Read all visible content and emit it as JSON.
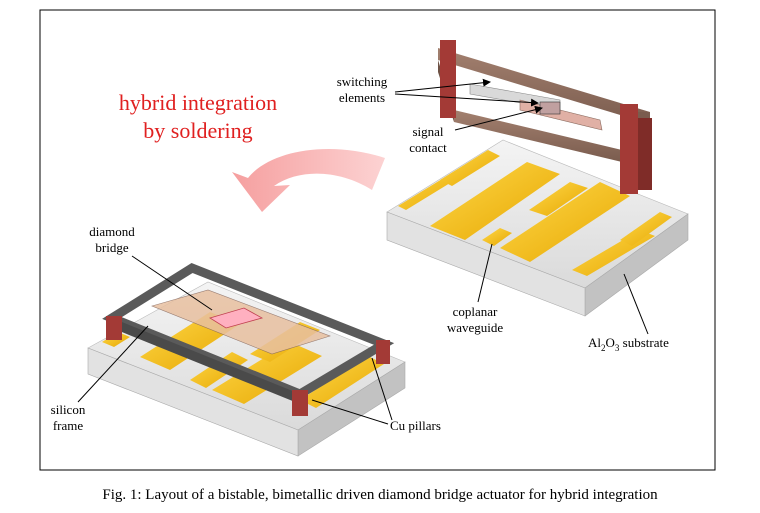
{
  "figure": {
    "title_line1": "hybrid integration",
    "title_line2": "by soldering",
    "caption": "Fig. 1: Layout of a bistable, bimetallic driven diamond bridge actuator for hybrid integration",
    "labels": {
      "switching_line1": "switching",
      "switching_line2": "elements",
      "signal_line1": "signal",
      "signal_line2": "contact",
      "diamond_line1": "diamond",
      "diamond_line2": "bridge",
      "coplanar_line1": "coplanar",
      "coplanar_line2": "waveguide",
      "substrate_prefix": "Al",
      "substrate_sub1": "2",
      "substrate_mid": "O",
      "substrate_sub2": "3",
      "substrate_suffix": " substrate",
      "silicon_line1": "silicon",
      "silicon_line2": "frame",
      "cu_pillars": "Cu pillars"
    },
    "colors": {
      "highlight_text": "#e02020",
      "arrow": "#f7a6a6",
      "gold": "#f2b705",
      "frame": "#8c6a5a",
      "pillar": "#9e3a36",
      "substrate": "#dcdcdc"
    }
  }
}
